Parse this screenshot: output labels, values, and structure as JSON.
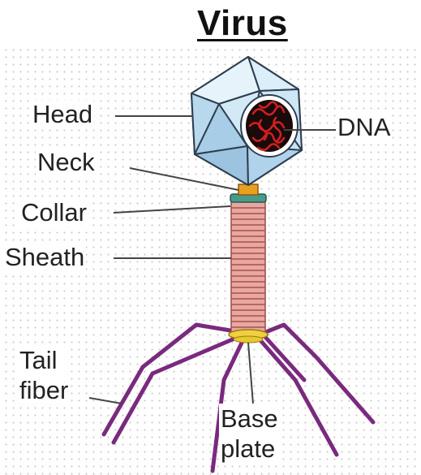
{
  "title": "Virus",
  "labels": {
    "head": "Head",
    "dna": "DNA",
    "neck": "Neck",
    "collar": "Collar",
    "sheath": "Sheath",
    "tail_fiber_line1": "Tail",
    "tail_fiber_line2": "fiber",
    "base_plate_line1": "Base",
    "base_plate_line2": "plate"
  },
  "colors": {
    "capsid_fill": "#c9e3f2",
    "capsid_edge": "#2c3e50",
    "dna_core": "#a01818",
    "collar": "#4a9a8a",
    "neck": "#e8a020",
    "sheath": "#d98080",
    "tail_fiber": "#7a2a7e",
    "base_plate": "#f0d040"
  }
}
